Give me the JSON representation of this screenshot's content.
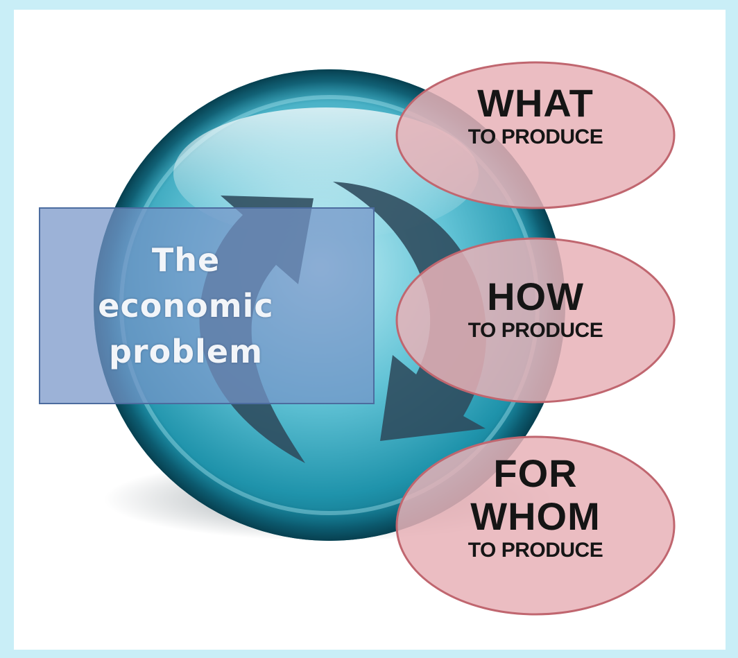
{
  "center_label": {
    "lines": [
      "The",
      "economic",
      "problem"
    ]
  },
  "questions": [
    {
      "main_lines": [
        "WHAT"
      ],
      "sub": "TO PRODUCE"
    },
    {
      "main_lines": [
        "HOW"
      ],
      "sub": "TO PRODUCE"
    },
    {
      "main_lines": [
        "FOR",
        "WHOM"
      ],
      "sub": "TO PRODUCE"
    }
  ],
  "colors": {
    "frame": "#c9eef7",
    "sphere": "#1a8aa3",
    "arrows": "#2d4a5c",
    "label_box": "#7694c8",
    "bubble_fill": "#e8b2b7",
    "bubble_stroke": "#c0666f"
  },
  "icons": {
    "cycle": "circular-arrows-icon"
  }
}
